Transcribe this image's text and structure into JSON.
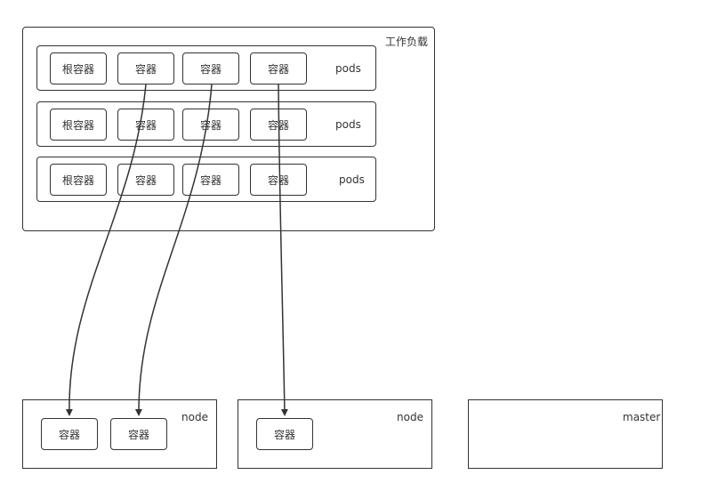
{
  "workload": {
    "label": "工作负载",
    "pods": [
      {
        "label": "pods",
        "containers": [
          "根容器",
          "容器",
          "容器",
          "容器"
        ]
      },
      {
        "label": "pods",
        "containers": [
          "根容器",
          "容器",
          "容器",
          "容器"
        ]
      },
      {
        "label": "pods",
        "containers": [
          "根容器",
          "容器",
          "容器",
          "容器"
        ]
      }
    ]
  },
  "nodes": [
    {
      "label": "node",
      "containers": [
        "容器",
        "容器"
      ]
    },
    {
      "label": "node",
      "containers": [
        "容器"
      ]
    },
    {
      "label": "master",
      "containers": []
    }
  ],
  "colors": {
    "stroke": "#333333",
    "text": "#333333",
    "background": "#ffffff"
  }
}
